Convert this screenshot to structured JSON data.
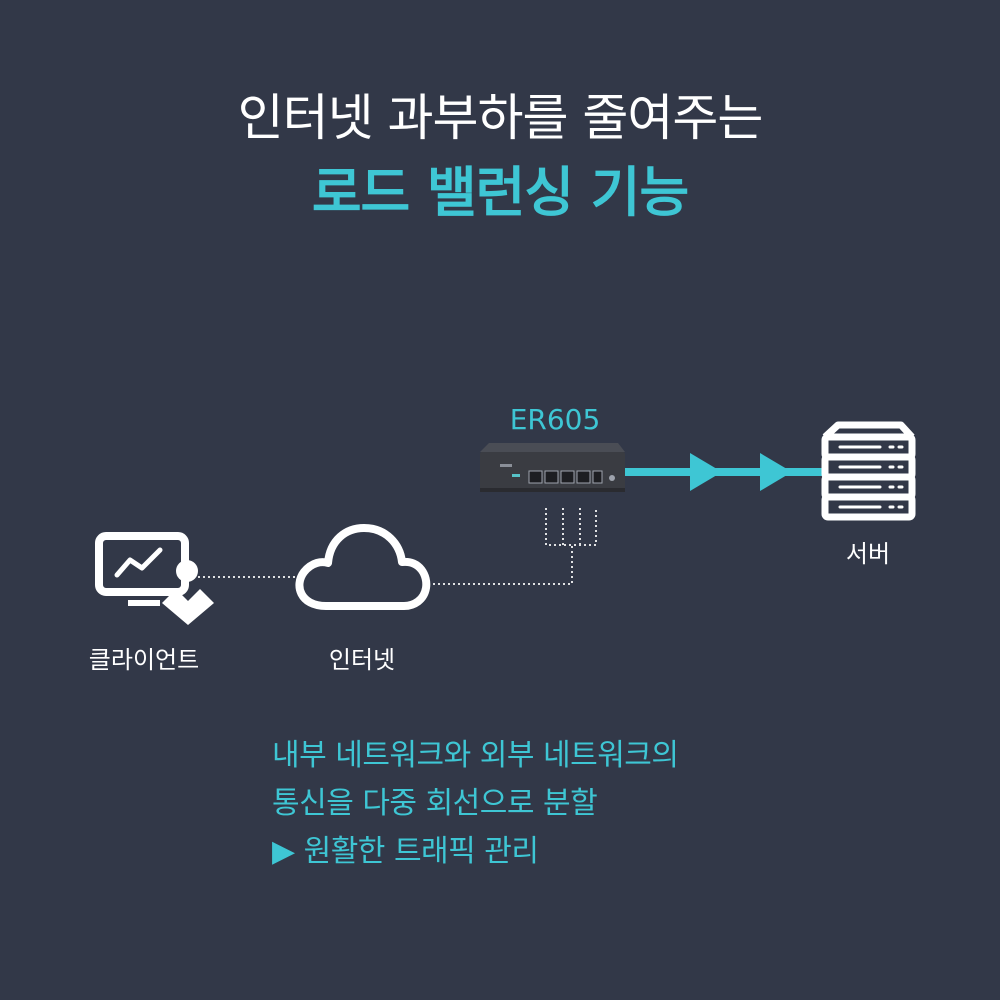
{
  "heading": {
    "line1": "인터넷 과부하를 줄여주는",
    "line2": "로드 밸런싱 기능"
  },
  "diagram": {
    "router_label": "ER605",
    "server_label": "서버",
    "client_label": "클라이언트",
    "internet_label": "인터넷"
  },
  "description": {
    "line1": "내부 네트워크와 외부 네트워크의",
    "line2": "통신을 다중 회선으로 분할",
    "line3": "▶ 원활한 트래픽 관리"
  },
  "colors": {
    "background": "#323848",
    "accent": "#3ec6d4",
    "text": "#ffffff"
  },
  "icons": [
    "monitor-user-icon",
    "cloud-icon",
    "router-icon",
    "server-icon"
  ]
}
